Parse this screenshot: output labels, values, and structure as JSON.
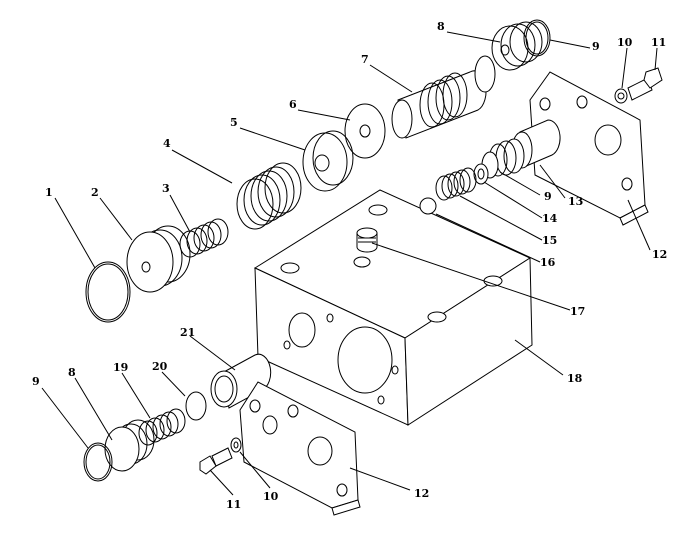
{
  "labels": {
    "p1": "1",
    "p2": "2",
    "p3": "3",
    "p4": "4",
    "p5": "5",
    "p6": "6",
    "p7": "7",
    "p8a": "8",
    "p9a": "9",
    "p10a": "10",
    "p11a": "11",
    "p12a": "12",
    "p13": "13",
    "p9b": "9",
    "p14": "14",
    "p15": "15",
    "p16": "16",
    "p17": "17",
    "p18": "18",
    "p21": "21",
    "p20": "20",
    "p19": "19",
    "p8b": "8",
    "p9c": "9",
    "p11b": "11",
    "p10b": "10",
    "p12b": "12"
  }
}
